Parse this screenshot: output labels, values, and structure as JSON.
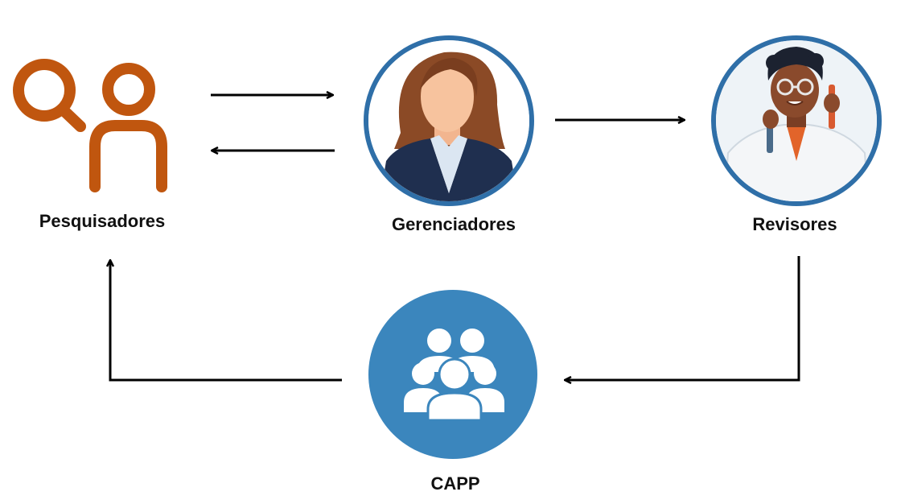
{
  "colors": {
    "researcher_icon": "#c0560f",
    "circle_ring": "#2f6fa8",
    "capp_fill": "#3b86bd",
    "arrow": "#000000",
    "label": "#111111"
  },
  "nodes": {
    "pesquisadores": {
      "label": "Pesquisadores",
      "icon": "researcher-icon"
    },
    "gerenciadores": {
      "label": "Gerenciadores",
      "icon": "manager-woman-avatar"
    },
    "revisores": {
      "label": "Revisores",
      "icon": "scientist-reviewer-avatar"
    },
    "capp": {
      "label": "CAPP",
      "icon": "group-people-icon"
    }
  },
  "edges": [
    {
      "from": "pesquisadores",
      "to": "gerenciadores"
    },
    {
      "from": "gerenciadores",
      "to": "pesquisadores"
    },
    {
      "from": "gerenciadores",
      "to": "revisores"
    },
    {
      "from": "revisores",
      "to": "capp"
    },
    {
      "from": "capp",
      "to": "pesquisadores"
    }
  ]
}
